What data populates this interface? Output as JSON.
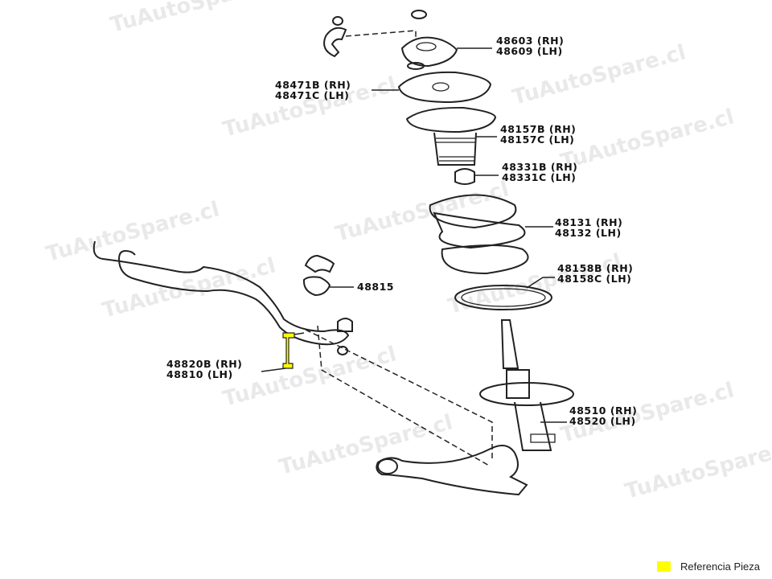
{
  "watermark": "TuAutoSpare.cl",
  "highlight_color": "#ffff00",
  "labels": {
    "top_mount": [
      "48603 (RH)",
      "48609 (LH)"
    ],
    "spring_seat_upper": [
      "48471B (RH)",
      "48471C (LH)"
    ],
    "bellows": [
      "48157B (RH)",
      "48157C (LH)"
    ],
    "bump_stop": [
      "48331B (RH)",
      "48331C (LH)"
    ],
    "coil_spring": [
      "48131 (RH)",
      "48132 (LH)"
    ],
    "spring_insulator": [
      "48158B (RH)",
      "48158C (LH)"
    ],
    "bushing": [
      "48815"
    ],
    "stabilizer_link": [
      "48820B (RH)",
      "48810   (LH)"
    ],
    "shock_absorber": [
      "48510 (RH)",
      "48520 (LH)"
    ]
  },
  "legend": {
    "label": "Referencia Pieza"
  }
}
